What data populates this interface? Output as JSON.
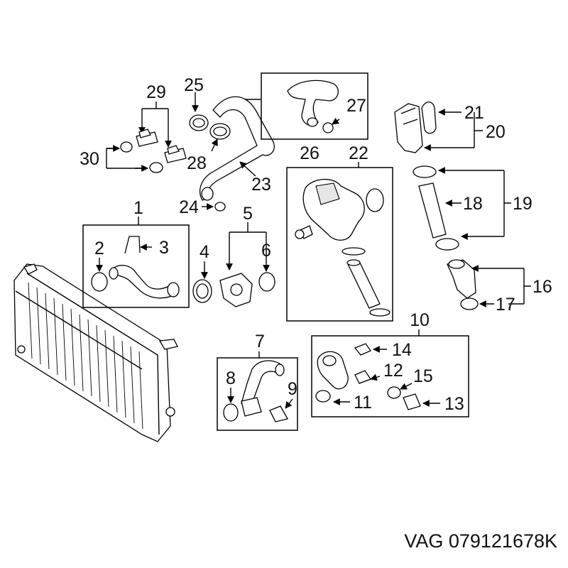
{
  "diagram": {
    "part_code": "VAG 079121678K",
    "callouts": {
      "c1": "1",
      "c2": "2",
      "c3": "3",
      "c4": "4",
      "c5": "5",
      "c6": "6",
      "c7": "7",
      "c8": "8",
      "c9": "9",
      "c10": "10",
      "c11": "11",
      "c12": "12",
      "c13": "13",
      "c14": "14",
      "c15": "15",
      "c16": "16",
      "c17": "17",
      "c18": "18",
      "c19": "19",
      "c20": "20",
      "c21": "21",
      "c22": "22",
      "c23": "23",
      "c24": "24",
      "c25": "25",
      "c26": "26",
      "c27": "27",
      "c28": "28",
      "c29": "29",
      "c30": "30"
    }
  }
}
